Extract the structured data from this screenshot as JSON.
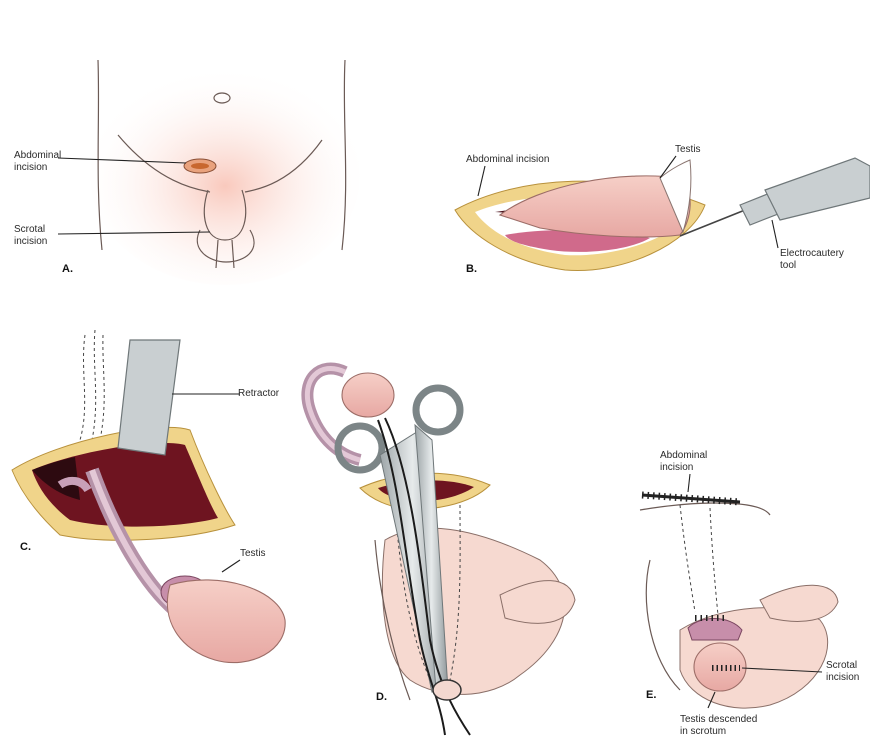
{
  "panels": {
    "a": {
      "letter": "A.",
      "labels": {
        "abdominal": [
          "Abdominal",
          "incision"
        ],
        "scrotal": [
          "Scrotal",
          "incision"
        ]
      }
    },
    "b": {
      "letter": "B.",
      "labels": {
        "abdominal": "Abdominal incision",
        "testis": "Testis",
        "tool": [
          "Electrocautery",
          "tool"
        ]
      }
    },
    "c": {
      "letter": "C.",
      "labels": {
        "retractor": "Retractor",
        "testis": "Testis"
      }
    },
    "d": {
      "letter": "D."
    },
    "e": {
      "letter": "E.",
      "labels": {
        "abdominal": [
          "Abdominal",
          "incision"
        ],
        "scrotal": [
          "Scrotal",
          "incision"
        ],
        "testis": [
          "Testis descended",
          "in scrotum"
        ]
      }
    }
  },
  "colors": {
    "skin": "#f6d9d0",
    "fat": "#f0d48a",
    "cavity": "#6e1420",
    "metal": "#c9cfd1",
    "vessel": "#c7a0b8"
  }
}
